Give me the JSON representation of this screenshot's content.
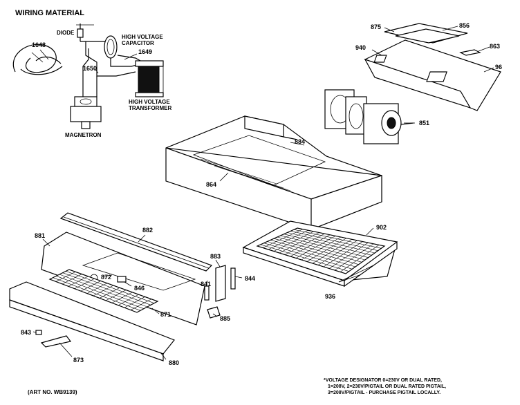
{
  "title": "WIRING MATERIAL",
  "art_no": "(ART NO. WB9139)",
  "components": {
    "diode": "DIODE",
    "hv_cap_1": "HIGH VOLTAGE",
    "hv_cap_2": "CAPACITOR",
    "hv_trans_1": "HIGH VOLTAGE",
    "hv_trans_2": "TRANSFORMER",
    "magnetron": "MAGNETRON"
  },
  "footnote": [
    "*VOLTAGE DESIGNATOR 0=230V OR DUAL RATED,",
    "1=208V, 2=230V/PIGTAIL OR DUAL RATED PIGTAIL,",
    "3=208V/PIGTAIL - PURCHASE PIGTAIL LOCALLY."
  ],
  "callouts": {
    "c1": "875",
    "c2": "856",
    "c3": "940",
    "c4": "863",
    "c5": "96",
    "c6": "851",
    "c7": "884",
    "c8": "864",
    "c9": "1649",
    "c10": "1648",
    "c11": "1650",
    "c12": "881",
    "c13": "882",
    "c14": "883",
    "c15": "902",
    "c16": "872",
    "c17": "846",
    "c18": "841",
    "c19": "844",
    "c20": "871",
    "c21": "885",
    "c22": "936",
    "c23": "843",
    "c24": "873",
    "c25": "880"
  }
}
